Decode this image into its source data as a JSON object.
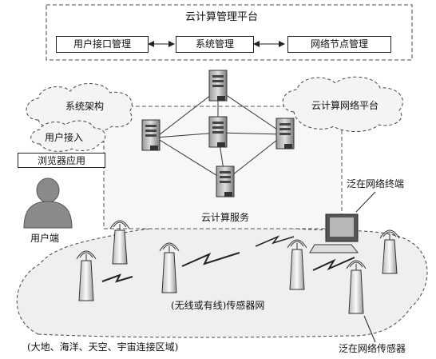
{
  "platform": {
    "title": "云计算管理平台",
    "modules": [
      "用户接口管理",
      "系统管理",
      "网络节点管理"
    ]
  },
  "clouds": {
    "system_architecture": "系统架构",
    "network_platform": "云计算网络平台",
    "cloud_service": "云计算服务"
  },
  "user": {
    "access": "用户接入",
    "browser_app": "浏览器应用",
    "terminal": "用户端"
  },
  "network": {
    "ubiquitous_terminal": "泛在网络终端",
    "sensor_network": "(无线或有线)传感器网",
    "region": "(大地、海洋、天空、宇宙连接区域)",
    "ubiquitous_sensor": "泛在网络传感器"
  },
  "colors": {
    "dashed_border": "#444444",
    "cloud_fill": "#f4f4f4",
    "server_gray": "#777777",
    "user_silhouette": "#8a8a8a",
    "ground_fill": "#efefef"
  }
}
